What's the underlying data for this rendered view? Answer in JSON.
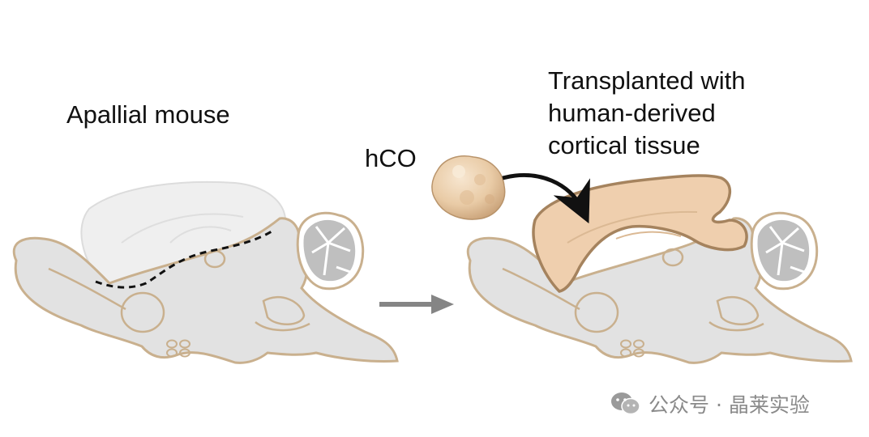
{
  "labels": {
    "left_title": "Apallial mouse",
    "hco": "hCO",
    "right_title_lines": [
      "Transplanted with",
      "human-derived",
      "cortical tissue"
    ]
  },
  "watermark": {
    "text": "公众号 · 晶莱实验",
    "icon": "wechat-icon"
  },
  "colors": {
    "brain_fill": "#e2e2e2",
    "brain_outline": "#c9b08e",
    "ghost_cortex": "#efefef",
    "transplant_fill": "#efcfae",
    "transplant_outline": "#a5835e",
    "cerebellum": "#bfbfbf",
    "arrow": "#858585",
    "curved_arrow": "#111111",
    "text": "#111111",
    "watermark": "#8a8a8a"
  }
}
